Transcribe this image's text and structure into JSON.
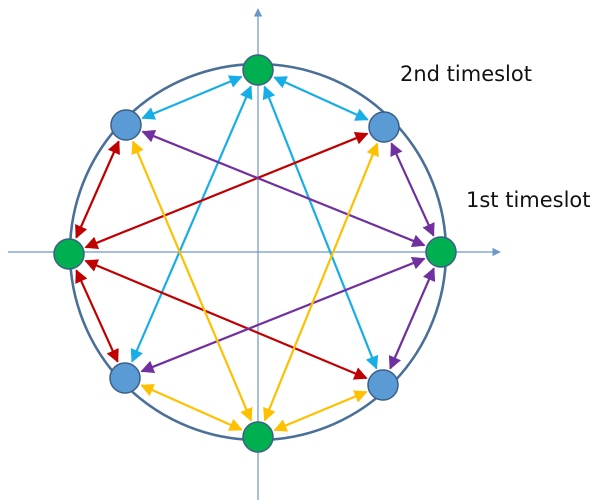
{
  "labels": {
    "first_timeslot": "1st timeslot",
    "second_timeslot": "2nd timeslot"
  },
  "colors": {
    "circle": "#4a6f98",
    "axis": "#6e97c8",
    "node_green": "#00b050",
    "node_blue": "#5b9bd5",
    "node_stroke": "#3b5f86",
    "cyan": "#17aee8",
    "red": "#c00000",
    "purple": "#7030a0",
    "yellow": "#ffc000"
  },
  "nodes": [
    {
      "id": "top",
      "fill": "green"
    },
    {
      "id": "top-right",
      "fill": "blue"
    },
    {
      "id": "right",
      "fill": "green"
    },
    {
      "id": "bottom-right",
      "fill": "blue"
    },
    {
      "id": "bottom",
      "fill": "green"
    },
    {
      "id": "bottom-left",
      "fill": "blue"
    },
    {
      "id": "left",
      "fill": "green"
    },
    {
      "id": "top-left",
      "fill": "blue"
    }
  ],
  "edges": [
    {
      "from": "top",
      "to": "top-left",
      "color": "cyan"
    },
    {
      "from": "top",
      "to": "top-right",
      "color": "cyan"
    },
    {
      "from": "top",
      "to": "bottom-left",
      "color": "cyan"
    },
    {
      "from": "top",
      "to": "bottom-right",
      "color": "cyan"
    },
    {
      "from": "left",
      "to": "top-left",
      "color": "red"
    },
    {
      "from": "left",
      "to": "bottom-left",
      "color": "red"
    },
    {
      "from": "left",
      "to": "top-right",
      "color": "red"
    },
    {
      "from": "left",
      "to": "bottom-right",
      "color": "red"
    },
    {
      "from": "right",
      "to": "top-right",
      "color": "purple"
    },
    {
      "from": "right",
      "to": "bottom-right",
      "color": "purple"
    },
    {
      "from": "right",
      "to": "top-left",
      "color": "purple"
    },
    {
      "from": "right",
      "to": "bottom-left",
      "color": "purple"
    },
    {
      "from": "bottom",
      "to": "bottom-left",
      "color": "yellow"
    },
    {
      "from": "bottom",
      "to": "bottom-right",
      "color": "yellow"
    },
    {
      "from": "bottom",
      "to": "top-left",
      "color": "yellow"
    },
    {
      "from": "bottom",
      "to": "top-right",
      "color": "yellow"
    }
  ]
}
